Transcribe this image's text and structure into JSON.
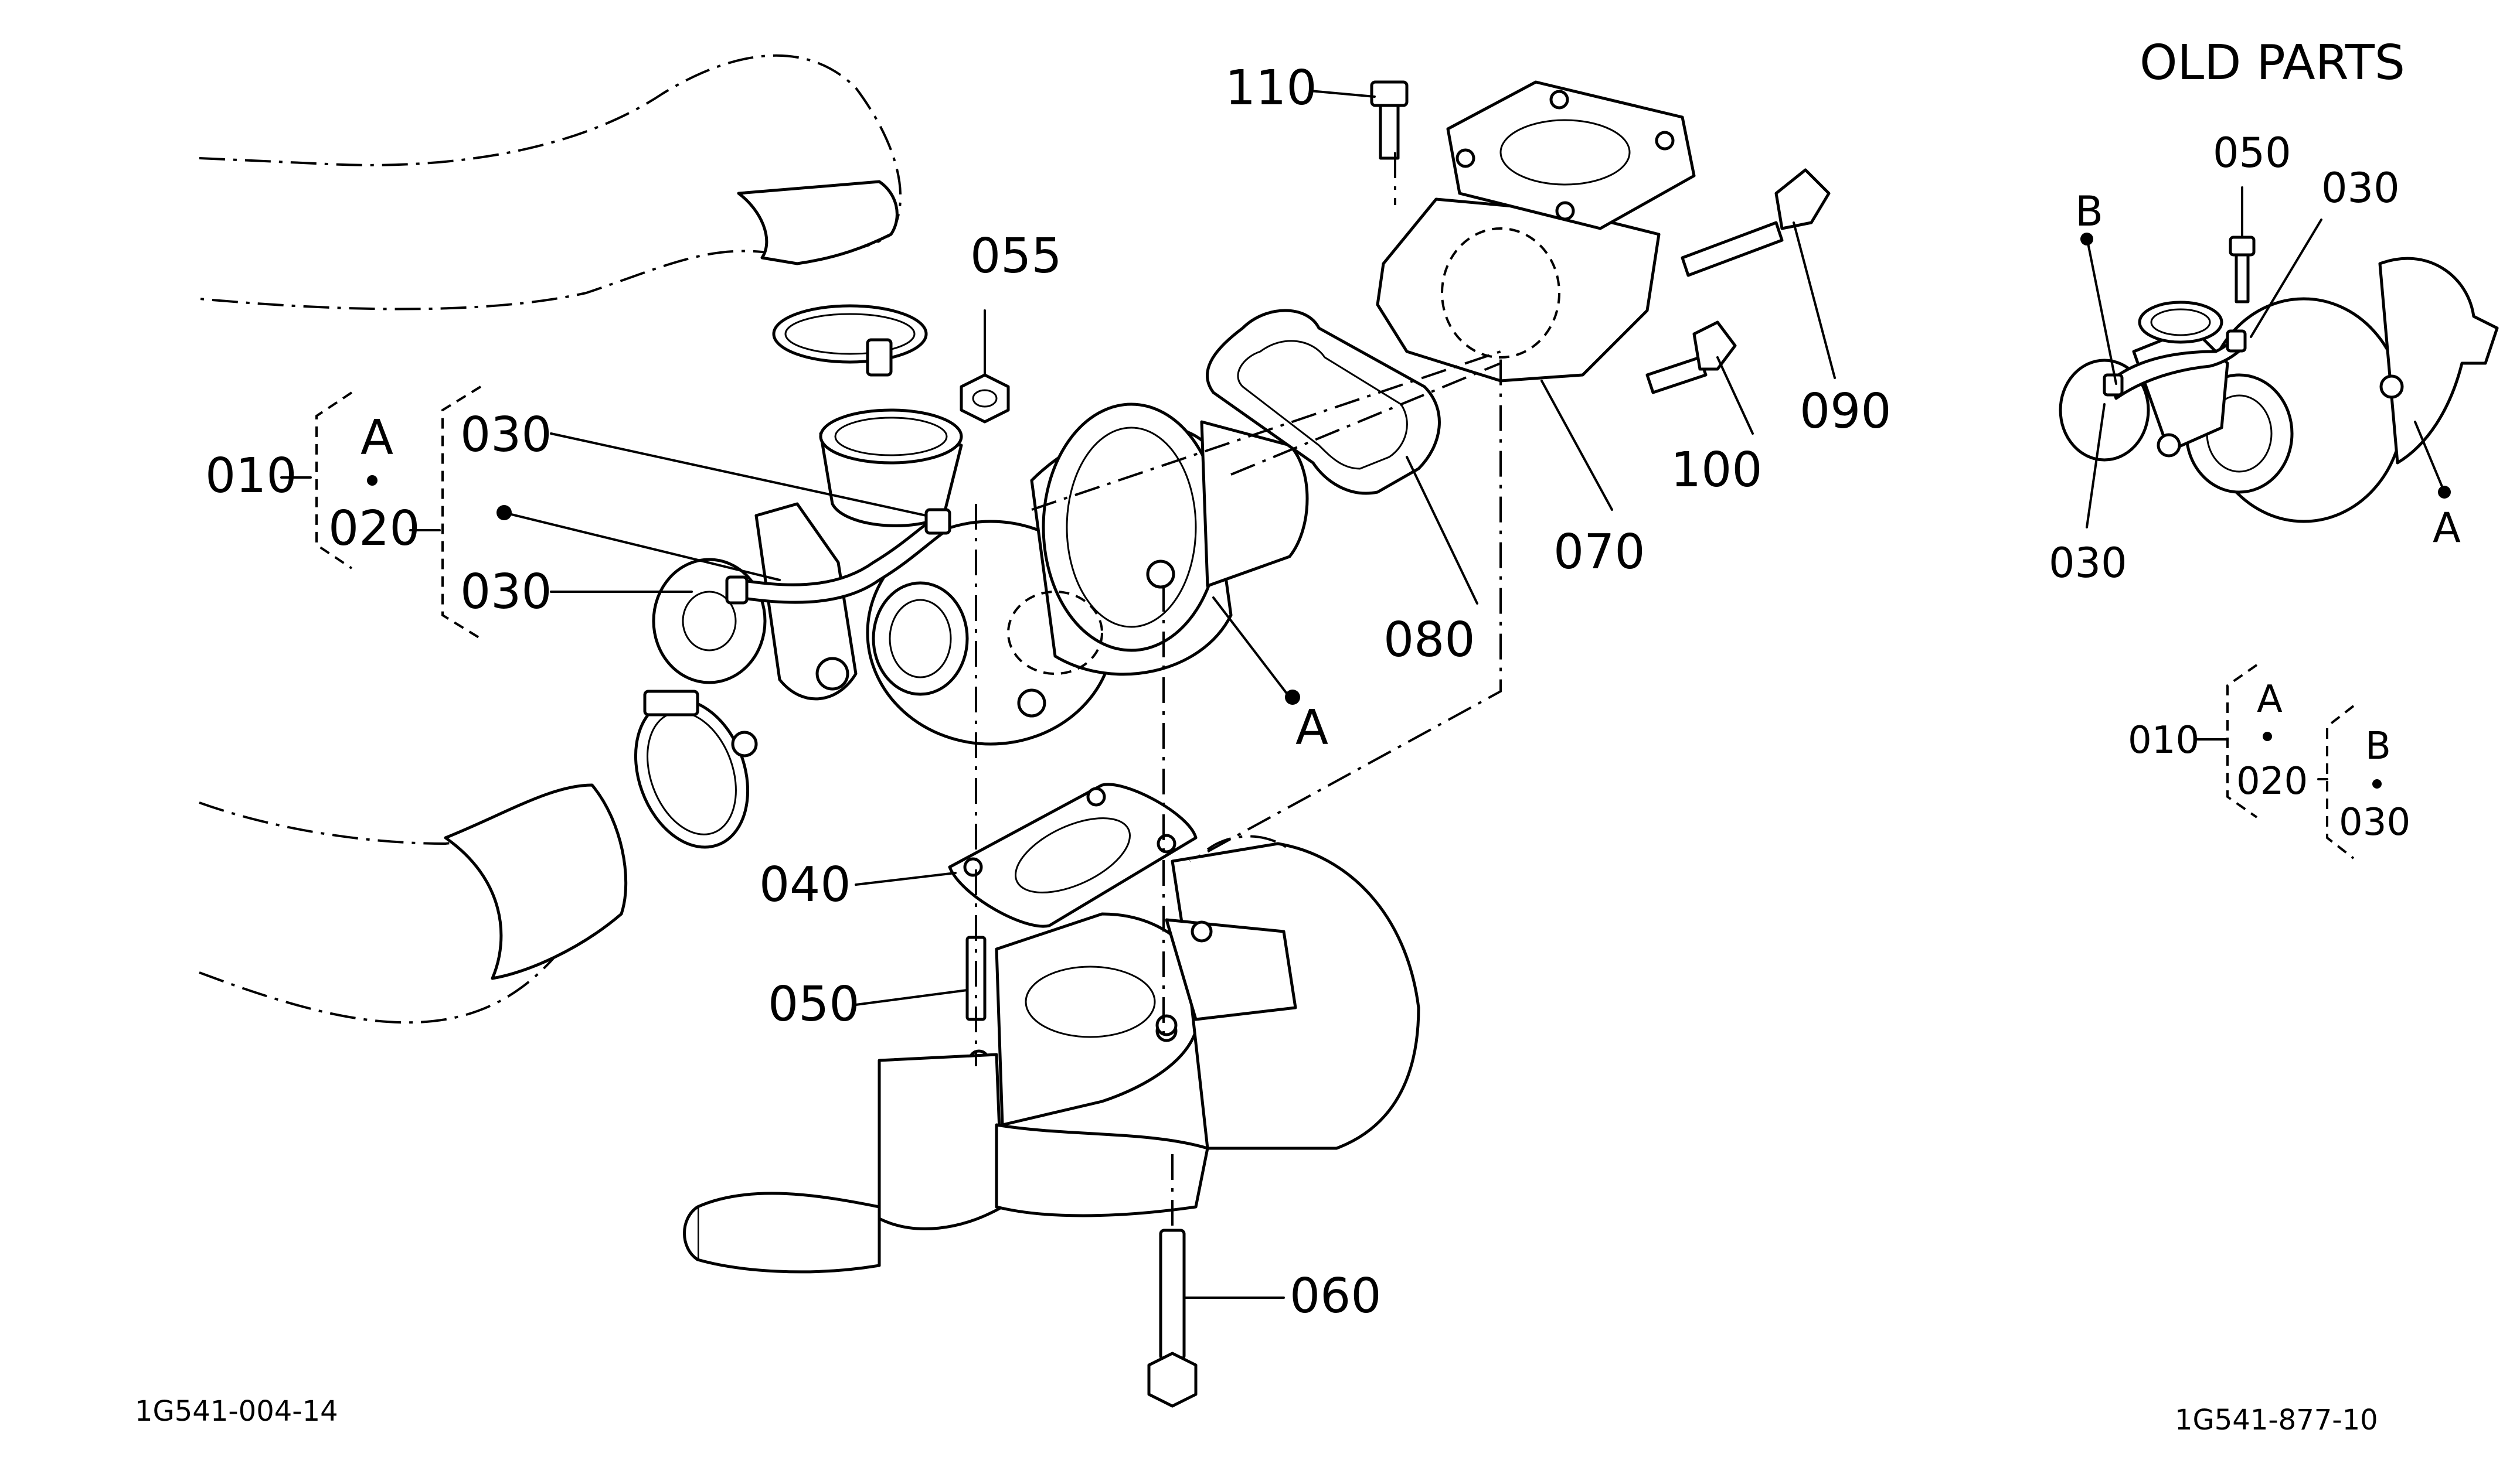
{
  "header": {
    "old_parts_title": "OLD PARTS"
  },
  "callouts": {
    "p110": "110",
    "p055": "055",
    "p030_upper": "030",
    "p030_lower": "030",
    "p010": "010",
    "p020": "020",
    "ref_A_bracket": "A",
    "ref_A_main": "A",
    "p090": "090",
    "p100": "100",
    "p070": "070",
    "p080": "080",
    "p040": "040",
    "p050": "050",
    "p060": "060"
  },
  "old_parts": {
    "p050": "050",
    "p030_top": "030",
    "p030_bottom": "030",
    "ref_B": "B",
    "ref_A": "A",
    "legend": {
      "p010": "010",
      "p020": "020",
      "p030": "030",
      "ref_A": "A",
      "ref_B": "B"
    }
  },
  "footer": {
    "left_code": "1G541-004-14",
    "right_code": "1G541-877-10"
  }
}
